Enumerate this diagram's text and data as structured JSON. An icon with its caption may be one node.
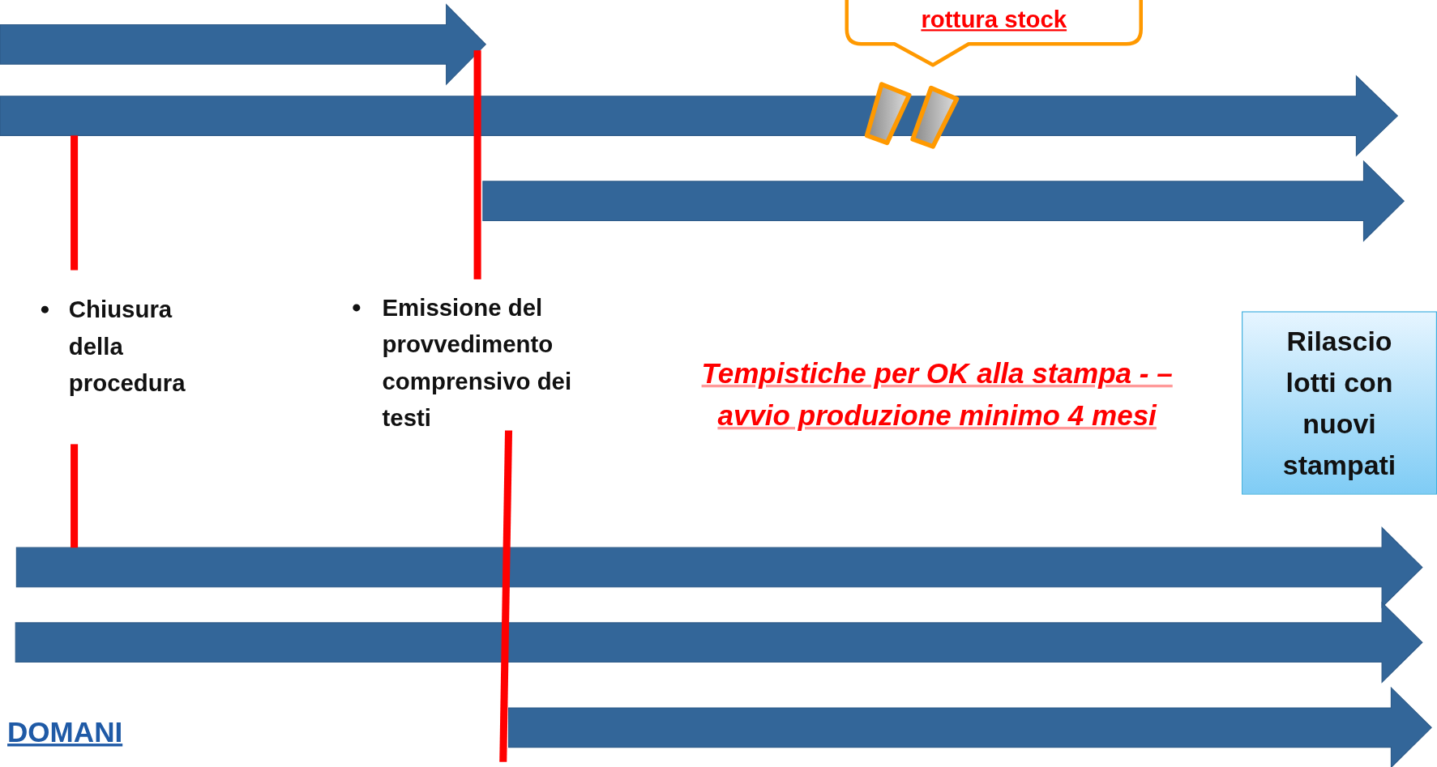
{
  "diagram": {
    "nodes": [
      {
        "text": [
          "rottura stock"
        ]
      },
      {
        "text": [
          "Rilascio lotti con nuovi stampati"
        ]
      }
    ],
    "labels": [
      "Chiusura della procedura",
      "Emissione del provvedimento comprensivo dei testi",
      "Tempistiche per OK alla stampa - – avvio produzione minimo 4 mesi",
      "DOMANI"
    ]
  }
}
